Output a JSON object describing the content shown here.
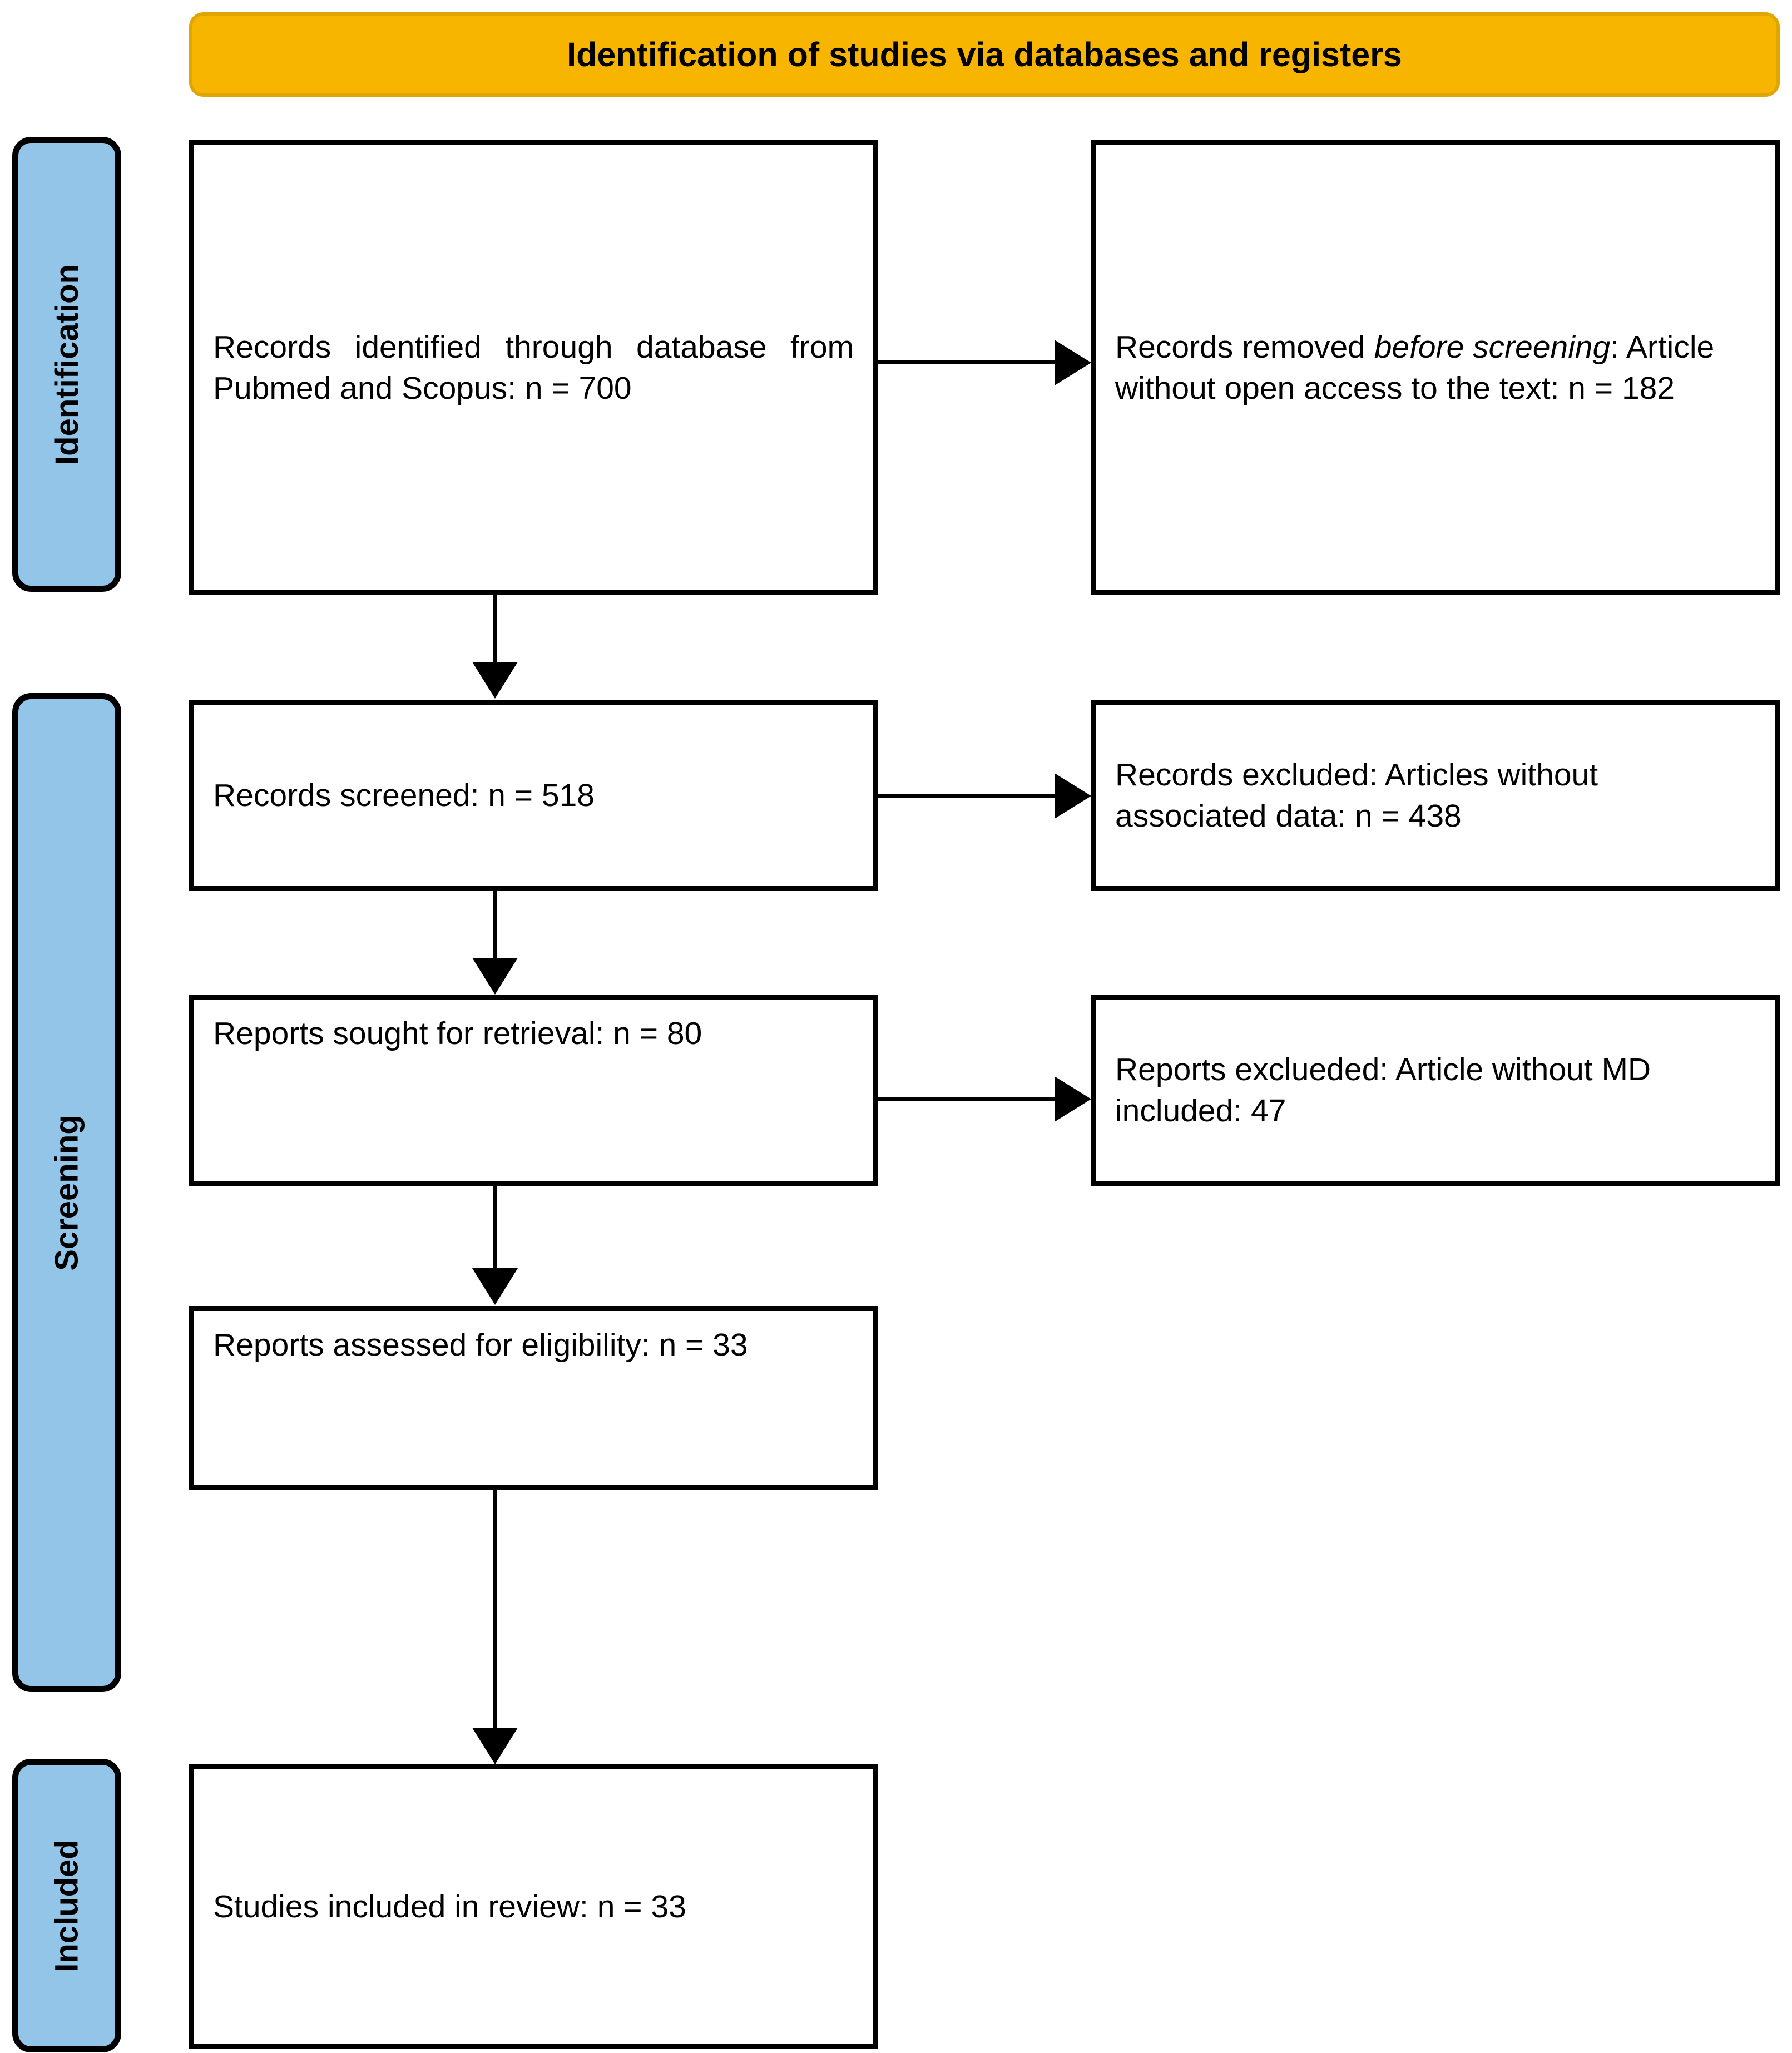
{
  "header": {
    "title": "Identification of studies via databases and registers",
    "background_color": "#f7b500",
    "border_color": "#e0a500"
  },
  "phases": {
    "fill_color": "#92c5e8",
    "items": [
      {
        "id": "identification",
        "label": "Identification"
      },
      {
        "id": "screening",
        "label": "Screening"
      },
      {
        "id": "included",
        "label": "Included"
      }
    ]
  },
  "boxes": {
    "identified": {
      "text": "Records identified through database from Pubmed and Scopus: n = 700",
      "n": 700
    },
    "removed": {
      "prefix": "Records removed ",
      "emphasis": "before screening",
      "suffix": ": Article without open access to the text: n = 182",
      "n": 182
    },
    "screened": {
      "text": "Records screened: n = 518",
      "n": 518
    },
    "excluded": {
      "text": "Records excluded: Articles without associated data: n = 438",
      "n": 438
    },
    "sought": {
      "text": "Reports sought for retrieval: n = 80",
      "n": 80
    },
    "reports_excluded": {
      "text": "Reports exclueded: Article without MD included: 47",
      "n": 47
    },
    "assessed": {
      "text": "Reports assessed for eligibility: n = 33",
      "n": 33
    },
    "studies": {
      "text": "Studies included in review: n = 33",
      "n": 33
    }
  }
}
